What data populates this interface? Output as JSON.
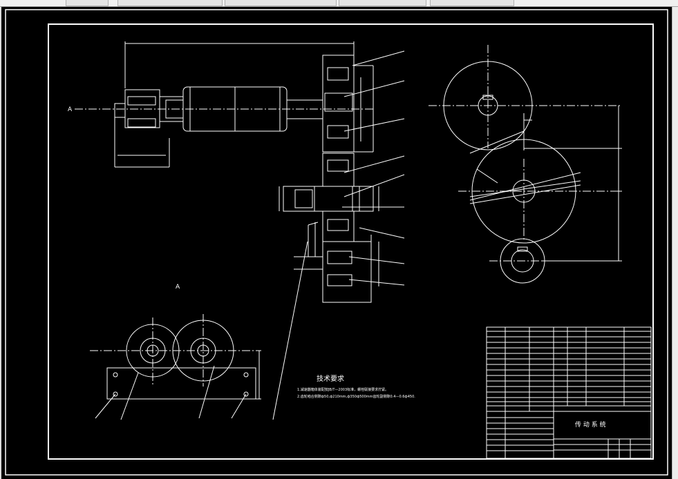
{
  "drawing": {
    "section_label": "A",
    "view_label": "A",
    "notes_title": "技术要求",
    "notes": [
      "1.减速器箱体装配按JB/T—2003标准，螺栓联接要求拧紧。",
      "2.齿轮啮合侧隙ф50,ф210mm,ф350ф500mm齿轮副侧隙0.4—0.6ф450."
    ],
    "title_block": {
      "name": "传 动 系 统"
    }
  },
  "colors": {
    "background": "#000000",
    "lines": "#ffffff",
    "chrome": "#f0f0f0"
  }
}
